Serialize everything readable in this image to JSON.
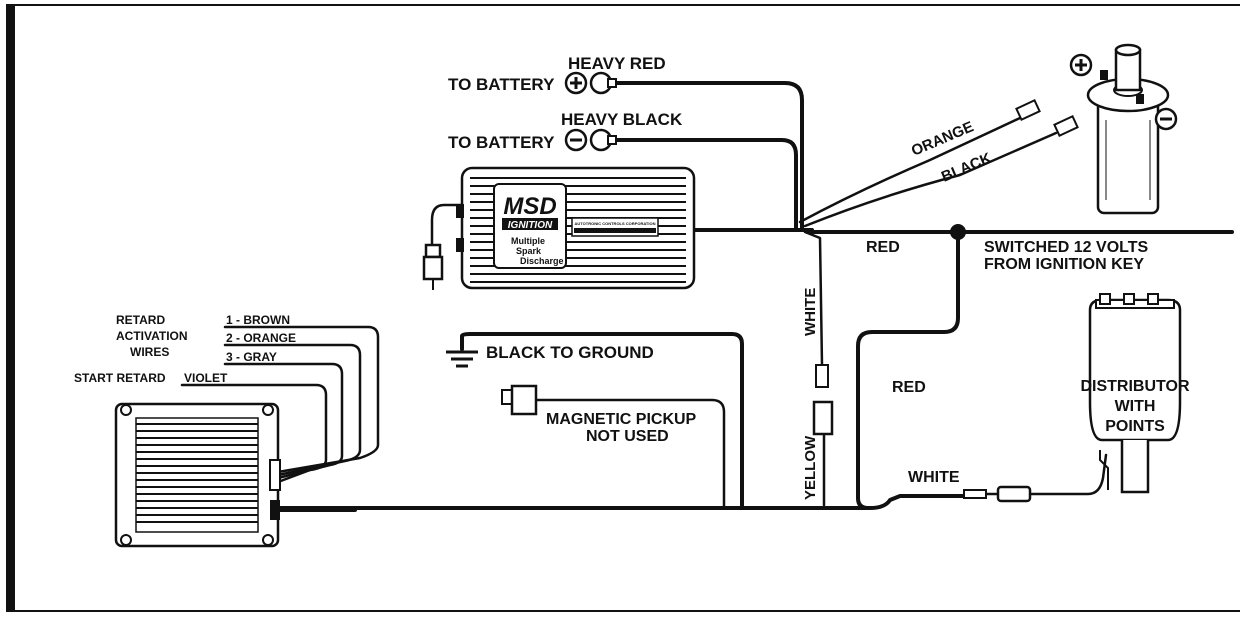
{
  "labels": {
    "heavy_red": "HEAVY RED",
    "to_battery_pos": "TO BATTERY",
    "heavy_black": "HEAVY BLACK",
    "to_battery_neg": "TO BATTERY",
    "orange": "ORANGE",
    "black": "BLACK",
    "red_top": "RED",
    "switched_line1": "SWITCHED 12 VOLTS",
    "switched_line2": "FROM IGNITION KEY",
    "white_vertical": "WHITE",
    "yellow_vertical": "YELLOW",
    "red_lower": "RED",
    "white_lower": "WHITE",
    "black_to_ground": "BLACK TO GROUND",
    "mag_pickup_line1": "MAGNETIC PICKUP",
    "mag_pickup_line2": "NOT USED",
    "distributor_line1": "DISTRIBUTOR",
    "distributor_line2": "WITH",
    "distributor_line3": "POINTS",
    "retard_line1": "RETARD",
    "retard_line2": "ACTIVATION",
    "retard_line3": "WIRES",
    "brown": "1 - BROWN",
    "orange_wire": "2 - ORANGE",
    "gray": "3 - GRAY",
    "start_retard": "START RETARD",
    "violet": "VIOLET"
  },
  "msd_box": {
    "logo_line1": "MSD",
    "logo_line2": "IGNITION",
    "desc_line1": "Multiple",
    "desc_line2": "Spark",
    "desc_line3": "Discharge",
    "plate_text": "AUTOTRONIC CONTROLS CORPORATION"
  },
  "symbols": {
    "plus": "+",
    "minus": "−"
  }
}
